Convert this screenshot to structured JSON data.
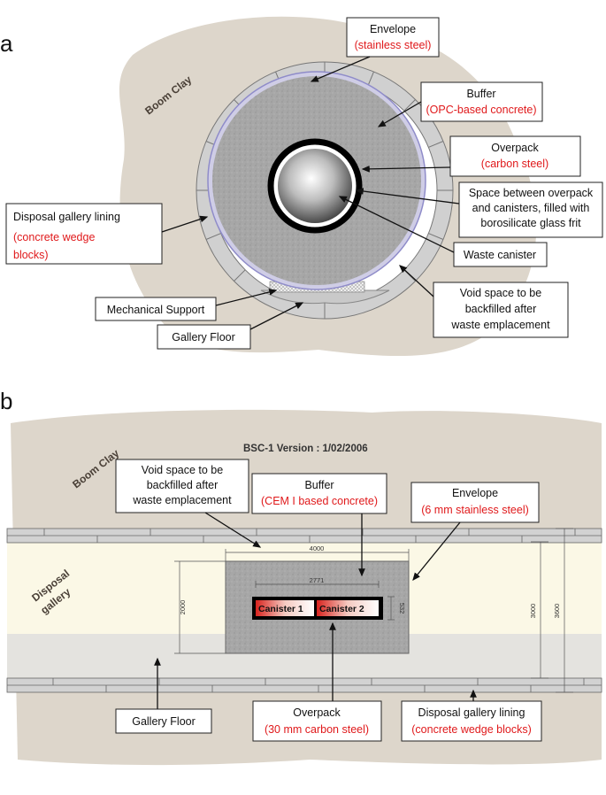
{
  "panel_a": {
    "letter": "a",
    "rock_label": "Boom Clay",
    "envelope": {
      "title": "Envelope",
      "material": "(stainless steel)"
    },
    "buffer": {
      "title": "Buffer",
      "material": "(OPC-based concrete)"
    },
    "overpack": {
      "title": "Overpack",
      "material": "(carbon steel)"
    },
    "space": {
      "line1": "Space between overpack",
      "line2": "and canisters, filled with",
      "line3": "borosilicate glass frit"
    },
    "waste_canister": "Waste canister",
    "lining": {
      "title": "Disposal gallery lining",
      "material1": "(concrete wedge",
      "material2": "blocks)"
    },
    "mechanical_support": "Mechanical Support",
    "gallery_floor": "Gallery Floor",
    "void": {
      "line1": "Void space to be",
      "line2": "backfilled after",
      "line3": "waste emplacement"
    }
  },
  "panel_b": {
    "letter": "b",
    "rock_label": "Boom Clay",
    "version": "BSC-1    Version : 1/02/2006",
    "gallery_label1": "Disposal",
    "gallery_label2": "gallery",
    "void": {
      "line1": "Void space to be",
      "line2": "backfilled after",
      "line3": "waste emplacement"
    },
    "buffer": {
      "title": "Buffer",
      "material": "(CEM I based concrete)"
    },
    "envelope": {
      "title": "Envelope",
      "material": "(6 mm stainless steel)"
    },
    "canister1": "Canister 1",
    "canister2": "Canister 2",
    "dims": {
      "buffer_width": "4000",
      "canister_length": "2771",
      "canister_dia": "532",
      "buffer_height": "2000",
      "envelope_height": "3000",
      "lining_height": "3600"
    },
    "gallery_floor": "Gallery Floor",
    "overpack": {
      "title": "Overpack",
      "material": "(30 mm carbon steel)"
    },
    "lining": {
      "title": "Disposal gallery lining",
      "material": "(concrete wedge blocks)"
    }
  },
  "colors": {
    "clay": "#ddd6cb",
    "concrete": "#a9a9a9",
    "envelope": "#b7b4e0",
    "label_red": "#e0191b",
    "gallery": "#fbf8e6"
  }
}
